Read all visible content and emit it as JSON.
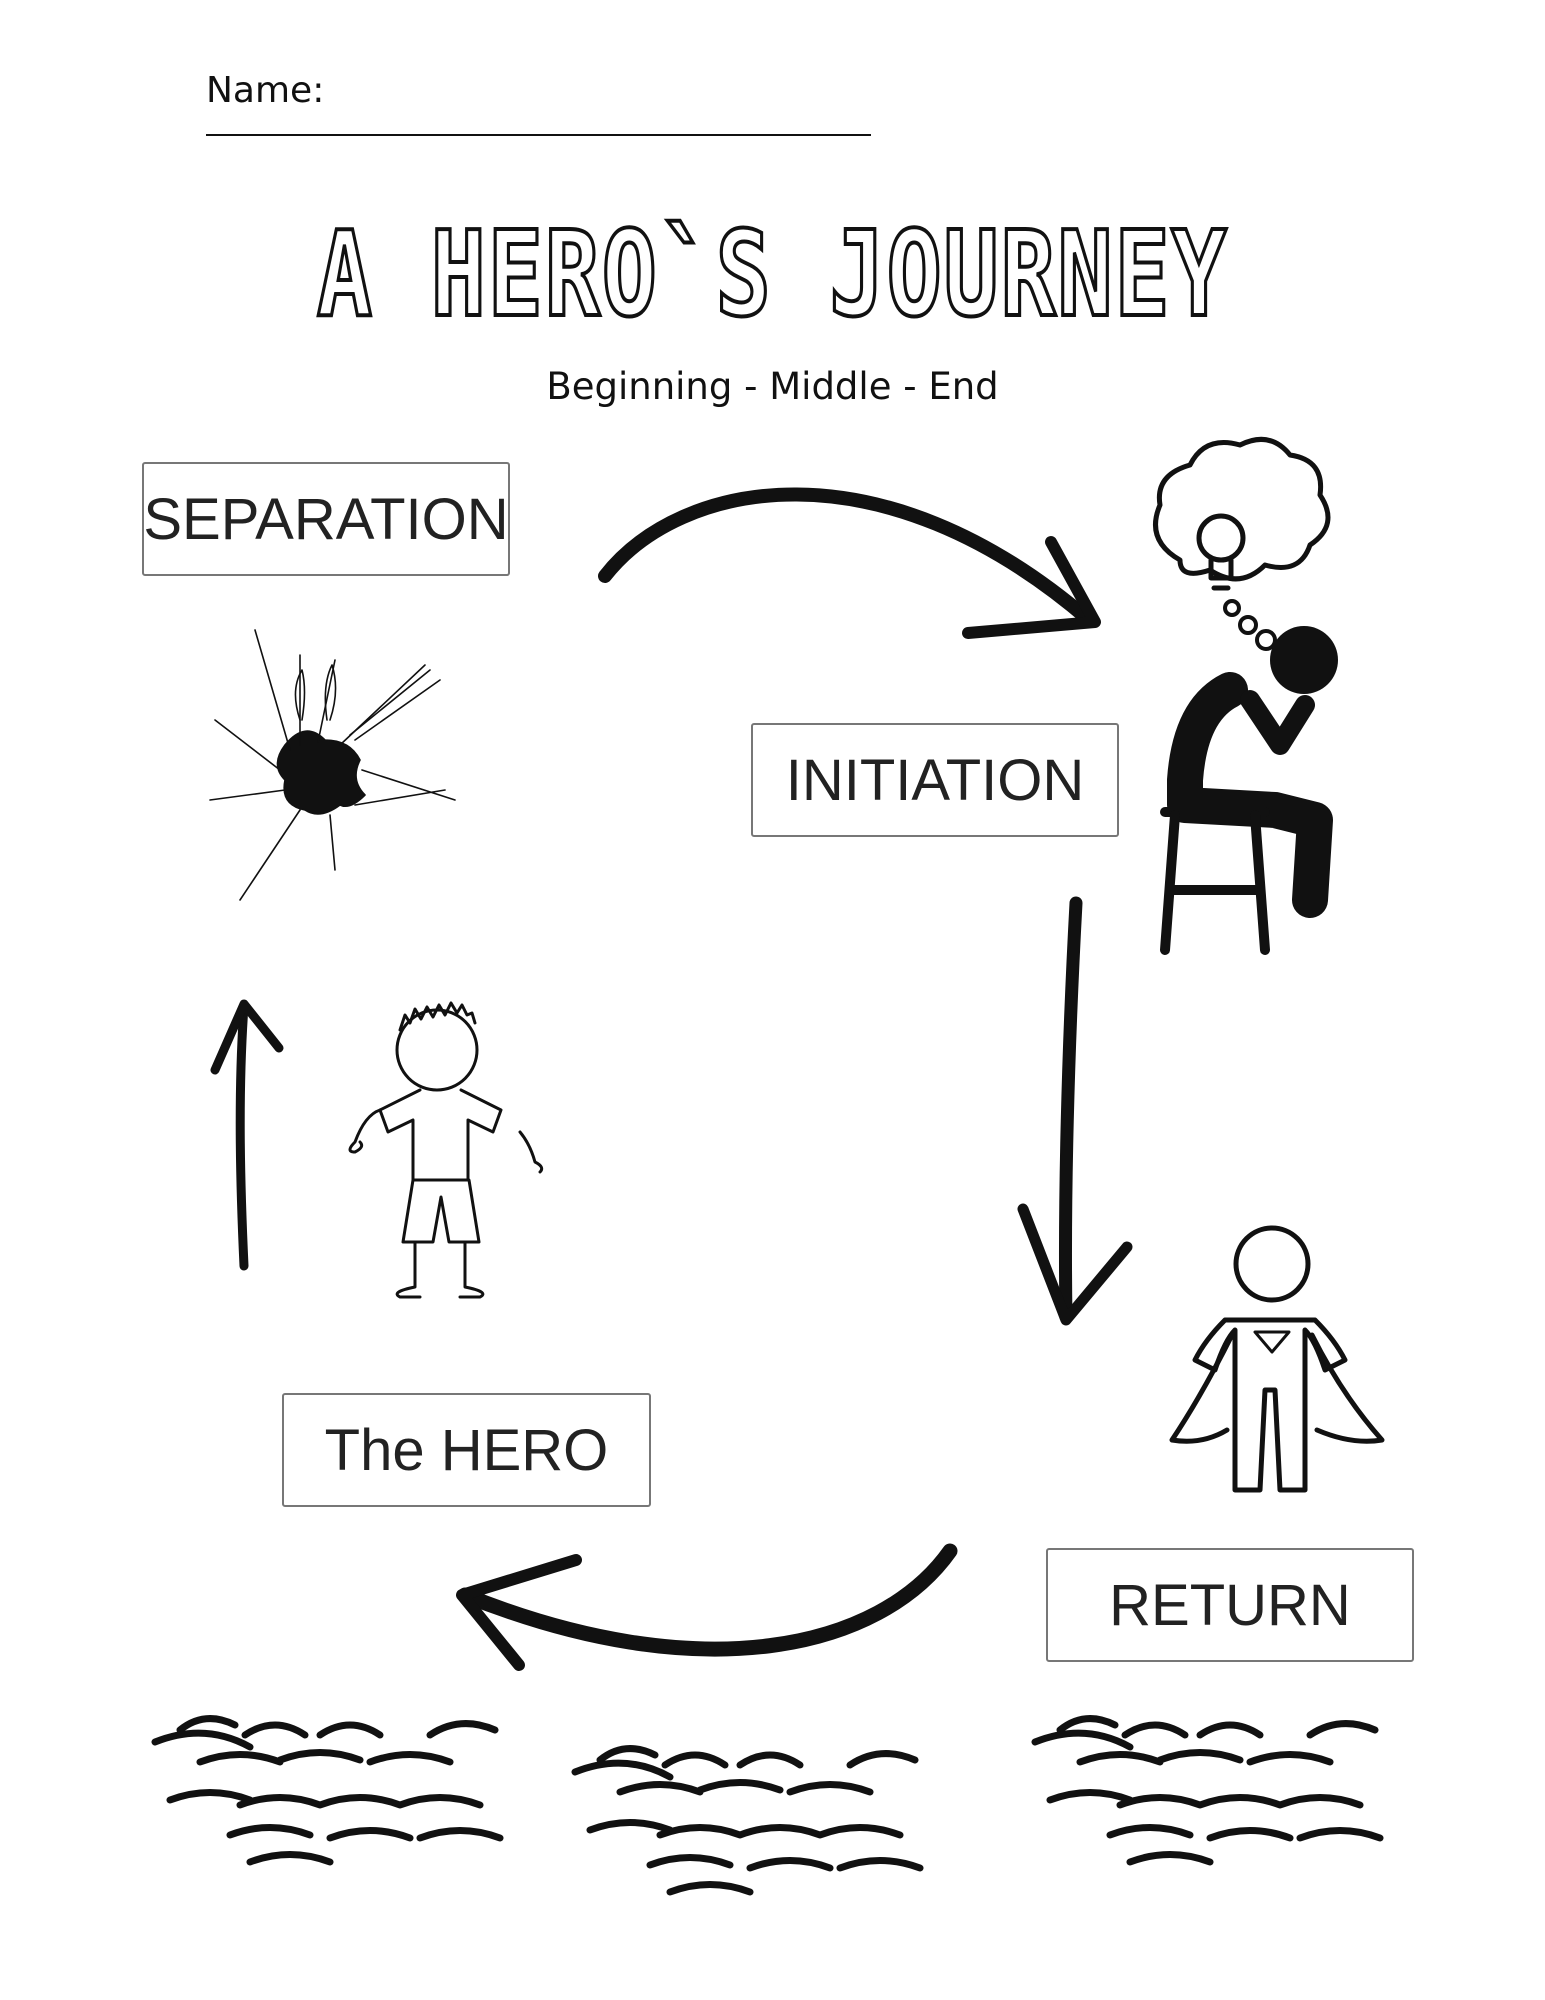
{
  "header": {
    "name_label": "Name:"
  },
  "title": "A HERO`S JOURNEY",
  "subtitle": "Beginning - Middle - End",
  "stages": {
    "separation": "SEPARATION",
    "initiation": "INITIATION",
    "hero": "The HERO",
    "return": "RETURN"
  }
}
